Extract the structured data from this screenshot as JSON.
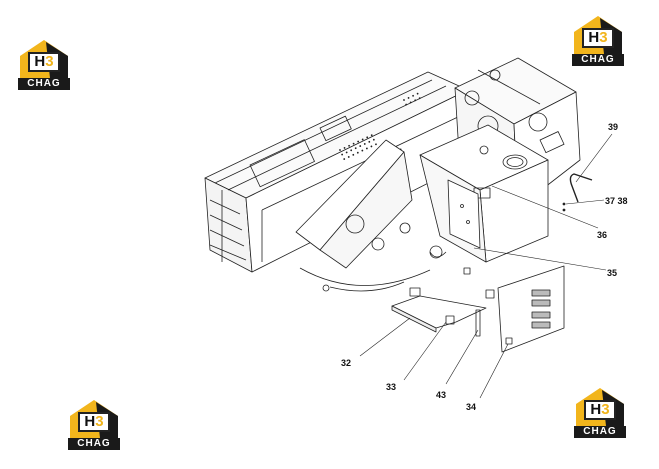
{
  "watermark": {
    "brand_mark": "H3",
    "brand_text": "CHAG"
  },
  "colors": {
    "logo_yellow": "#f2b51c",
    "logo_dark": "#1a1a1a",
    "line": "#222222"
  },
  "callouts": {
    "c32": "32",
    "c33": "33",
    "c34": "34",
    "c35": "35",
    "c36": "36",
    "c37_38": "37 38",
    "c39": "39",
    "c43": "43"
  }
}
